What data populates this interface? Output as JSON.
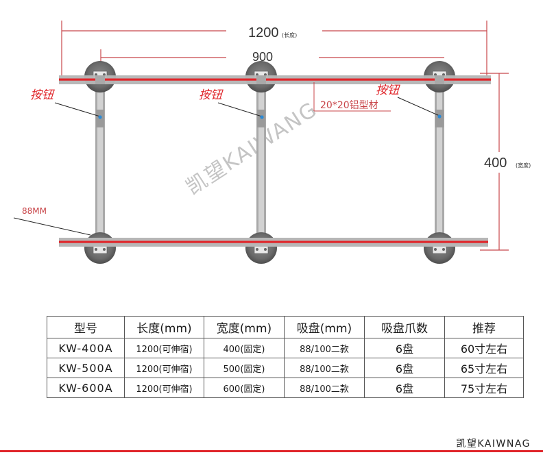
{
  "dimensions": {
    "length_value": "1200",
    "length_note": "(长度)",
    "inner_value": "900",
    "width_value": "400",
    "width_note": "(宽度)",
    "profile_label": "20*20铝型材",
    "suction_label": "88MM"
  },
  "button_labels": [
    "按钮",
    "按钮",
    "按钮"
  ],
  "watermark": "凯望KAIWANG",
  "table": {
    "headers": [
      "型号",
      "长度(mm)",
      "宽度(mm)",
      "吸盘(mm)",
      "吸盘爪数",
      "推荐"
    ],
    "rows": [
      [
        "KW-400A",
        "1200(可伸宿)",
        "400(固定)",
        "88/100二款",
        "6盘",
        "60寸左右"
      ],
      [
        "KW-500A",
        "1200(可伸宿)",
        "500(固定)",
        "88/100二款",
        "6盘",
        "65寸左右"
      ],
      [
        "KW-600A",
        "1200(可伸宿)",
        "600(固定)",
        "88/100二款",
        "6盘",
        "75寸左右"
      ]
    ]
  },
  "footer": {
    "brand": "凯望KAIWNAG"
  },
  "colors": {
    "accent_red": "#e0262b",
    "dim_red": "#c8464a",
    "rail_gray": "#b7b7b7",
    "watermark": "#c4c4c4"
  }
}
